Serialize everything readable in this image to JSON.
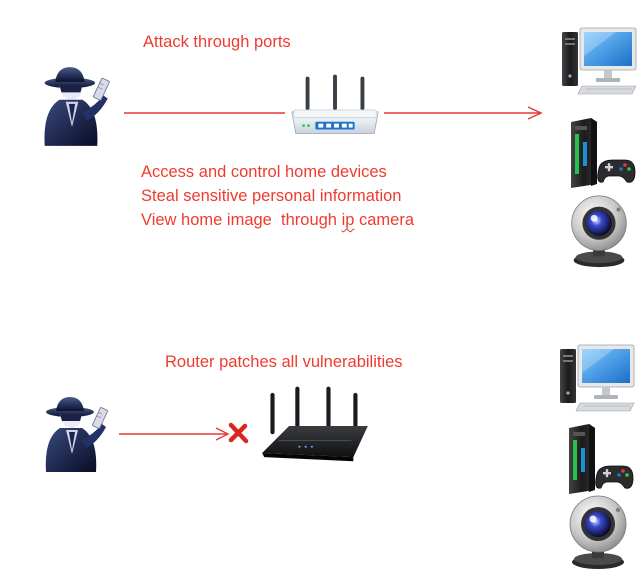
{
  "scenario_top": {
    "title": "Attack through ports",
    "consequences": [
      "Access and control home devices",
      "Steal sensitive personal information"
    ],
    "camera_line": {
      "before": "View home image  through ",
      "flagged": "ip",
      "after": " camera"
    }
  },
  "scenario_bottom": {
    "title": "Router patches all vulnerabilities"
  },
  "colors": {
    "accent_red": "#ee3b2f",
    "arrow_red": "#e53935",
    "block_mark": "#d6281f",
    "monitor_blue": "#2f8fe0",
    "router_dark": "#1e1f22"
  },
  "icons": [
    "hacker-icon",
    "router-icon",
    "desktop-computer-icon",
    "game-console-icon",
    "webcam-icon",
    "blocked-x-icon"
  ]
}
